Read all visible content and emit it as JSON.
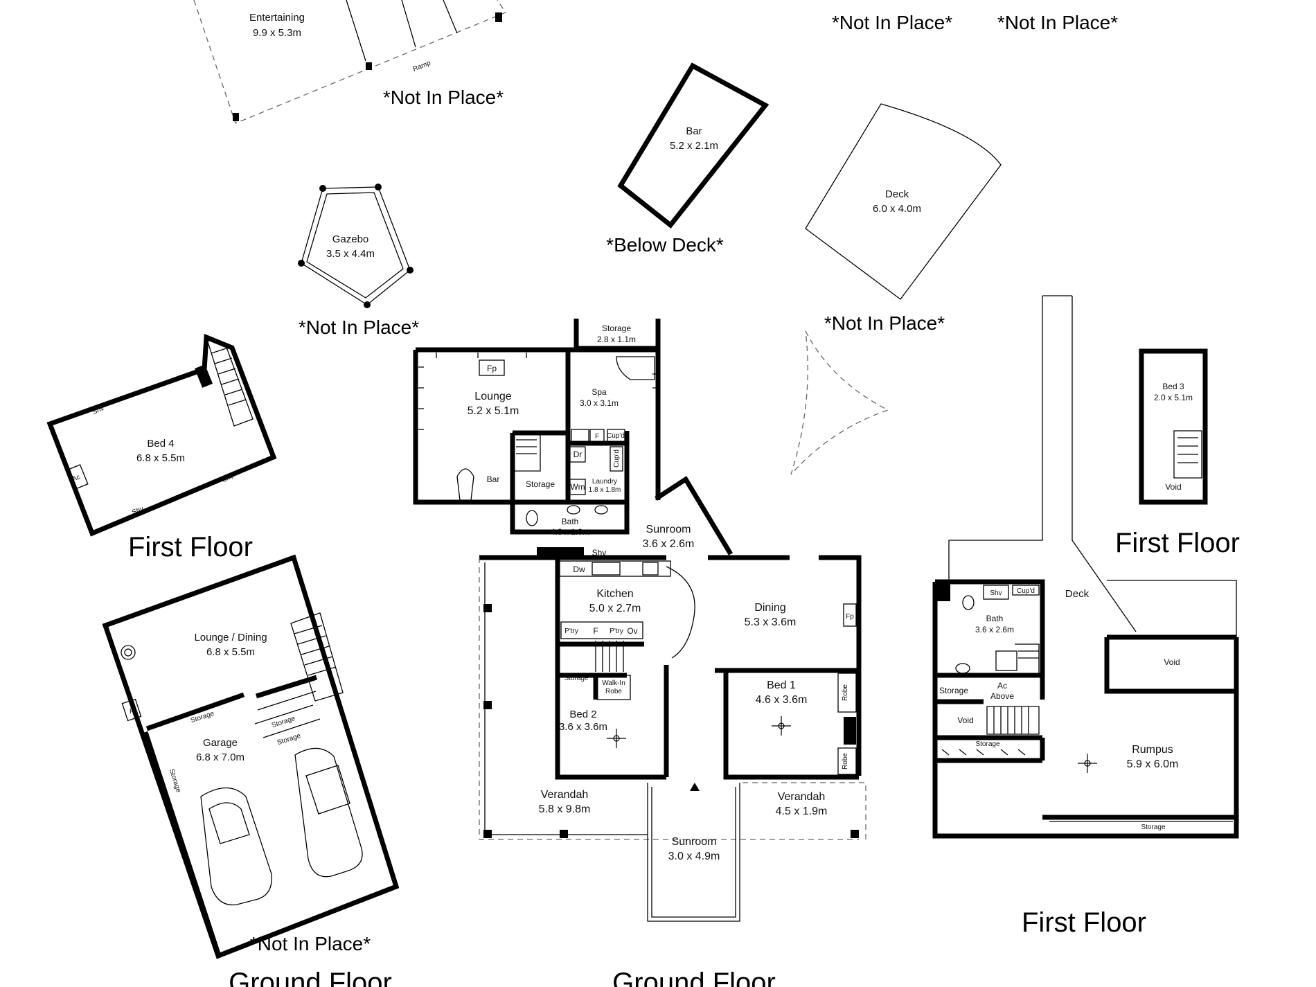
{
  "notes": {
    "top_entertaining": "*Not In Place*",
    "top_center_1": "*Not In Place*",
    "top_center_2": "*Not In Place*",
    "gazebo": "*Not In Place*",
    "bar": "*Below Deck*",
    "deck": "*Not In Place*",
    "garage": "*Not In Place*"
  },
  "floors": {
    "bed4_floor": "First Floor",
    "bed3_floor": "First Floor",
    "right_floor": "First Floor",
    "garage_floor": "Ground Floor",
    "main_floor": "Ground Floor"
  },
  "rooms": {
    "entertaining": {
      "name": "Entertaining",
      "dim": "9.9 x 5.3m"
    },
    "ramp": {
      "name": "Ramp"
    },
    "bar": {
      "name": "Bar",
      "dim": "5.2 x 2.1m"
    },
    "deck_outdoor": {
      "name": "Deck",
      "dim": "6.0 x 4.0m"
    },
    "gazebo": {
      "name": "Gazebo",
      "dim": "3.5 x 4.4m"
    },
    "bed4": {
      "name": "Bed 4",
      "dim": "6.8 x 5.5m",
      "ac": "Ac",
      "shv": "Shv"
    },
    "lounge_dining": {
      "name": "Lounge / Dining",
      "dim": "6.8 x 5.5m",
      "f": "F"
    },
    "garage": {
      "name": "Garage",
      "dim": "6.8 x 7.0m",
      "storage": "Storage"
    },
    "storage_top": {
      "name": "Storage",
      "dim": "2.8 x 1.1m"
    },
    "lounge": {
      "name": "Lounge",
      "dim": "5.2 x 5.1m",
      "fp": "Fp",
      "bar": "Bar"
    },
    "spa": {
      "name": "Spa",
      "dim": "3.0 x 3.1m"
    },
    "laundry": {
      "name": "Laundry",
      "dim": "1.8 x 1.8m",
      "dr": "Dr",
      "wm": "Wm",
      "cupd": "Cup'd"
    },
    "storage_mid": {
      "name": "Storage"
    },
    "bath_main": {
      "name": "Bath",
      "dim": "4.8 x 1.9m"
    },
    "sunroom_a": {
      "name": "Sunroom",
      "dim": "3.6 x 2.6m"
    },
    "kitchen": {
      "name": "Kitchen",
      "dim": "5.0 x 2.7m",
      "dw": "Dw",
      "ptry": "P'try",
      "f": "F",
      "ov": "Ov"
    },
    "dining": {
      "name": "Dining",
      "dim": "5.3 x 3.6m",
      "fp": "Fp"
    },
    "bed1": {
      "name": "Bed 1",
      "dim": "4.6 x 3.6m",
      "robe": "Robe"
    },
    "bed2": {
      "name": "Bed 2",
      "dim": "3.6 x 3.6m",
      "storage": "Storage",
      "walkin": "Walk-In",
      "robe": "Robe"
    },
    "verandah_big": {
      "name": "Verandah",
      "dim": "5.8 x 9.8m"
    },
    "verandah_small": {
      "name": "Verandah",
      "dim": "4.5 x 1.9m"
    },
    "sunroom_b": {
      "name": "Sunroom",
      "dim": "3.0 x 4.9m"
    },
    "bed3": {
      "name": "Bed 3",
      "dim": "2.0 x 5.1m",
      "void": "Void"
    },
    "deck_right": {
      "name": "Deck"
    },
    "bath_right": {
      "name": "Bath",
      "dim": "3.6 x 2.6m",
      "shv": "Shv",
      "cupd": "Cup'd"
    },
    "void_right": {
      "name": "Void"
    },
    "storage_right": {
      "name": "Storage"
    },
    "ac_above": {
      "line1": "Ac",
      "line2": "Above"
    },
    "void_right2": {
      "name": "Void"
    },
    "storage_right2": {
      "name": "Storage"
    },
    "rumpus": {
      "name": "Rumpus",
      "dim": "5.9 x 6.0m",
      "storage": "Storage"
    }
  }
}
